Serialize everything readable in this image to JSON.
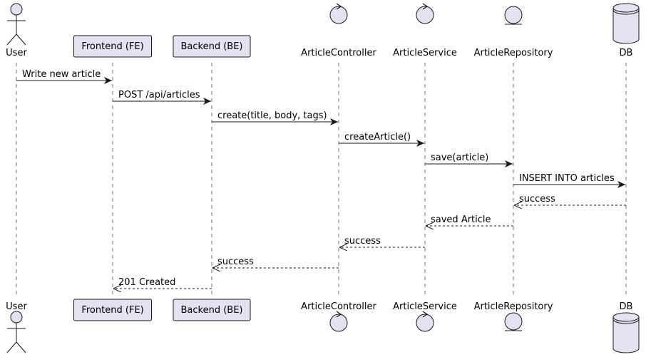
{
  "diagram": {
    "type": "sequence",
    "colors": {
      "participant_fill": "#E2E2F0",
      "participant_border": "#181818",
      "lifeline": "#181818",
      "arrow": "#181818",
      "background": "#FFFFFF"
    },
    "participants": [
      {
        "id": "user",
        "label": "User",
        "kind": "actor"
      },
      {
        "id": "fe",
        "label": "Frontend (FE)",
        "kind": "participant"
      },
      {
        "id": "be",
        "label": "Backend (BE)",
        "kind": "participant"
      },
      {
        "id": "ctrl",
        "label": "ArticleController",
        "kind": "control"
      },
      {
        "id": "svc",
        "label": "ArticleService",
        "kind": "control"
      },
      {
        "id": "repo",
        "label": "ArticleRepository",
        "kind": "entity"
      },
      {
        "id": "db",
        "label": "DB",
        "kind": "database"
      }
    ],
    "messages": [
      {
        "from": "user",
        "to": "fe",
        "label": "Write new article",
        "style": "sync"
      },
      {
        "from": "fe",
        "to": "be",
        "label": "POST /api/articles",
        "style": "sync"
      },
      {
        "from": "be",
        "to": "ctrl",
        "label": "create(title, body, tags)",
        "style": "sync"
      },
      {
        "from": "ctrl",
        "to": "svc",
        "label": "createArticle()",
        "style": "sync"
      },
      {
        "from": "svc",
        "to": "repo",
        "label": "save(article)",
        "style": "sync"
      },
      {
        "from": "repo",
        "to": "db",
        "label": "INSERT INTO articles",
        "style": "sync"
      },
      {
        "from": "db",
        "to": "repo",
        "label": "success",
        "style": "return"
      },
      {
        "from": "repo",
        "to": "svc",
        "label": "saved Article",
        "style": "return"
      },
      {
        "from": "svc",
        "to": "ctrl",
        "label": "success",
        "style": "return"
      },
      {
        "from": "ctrl",
        "to": "be",
        "label": "success",
        "style": "return"
      },
      {
        "from": "be",
        "to": "fe",
        "label": "201 Created",
        "style": "return"
      }
    ]
  }
}
